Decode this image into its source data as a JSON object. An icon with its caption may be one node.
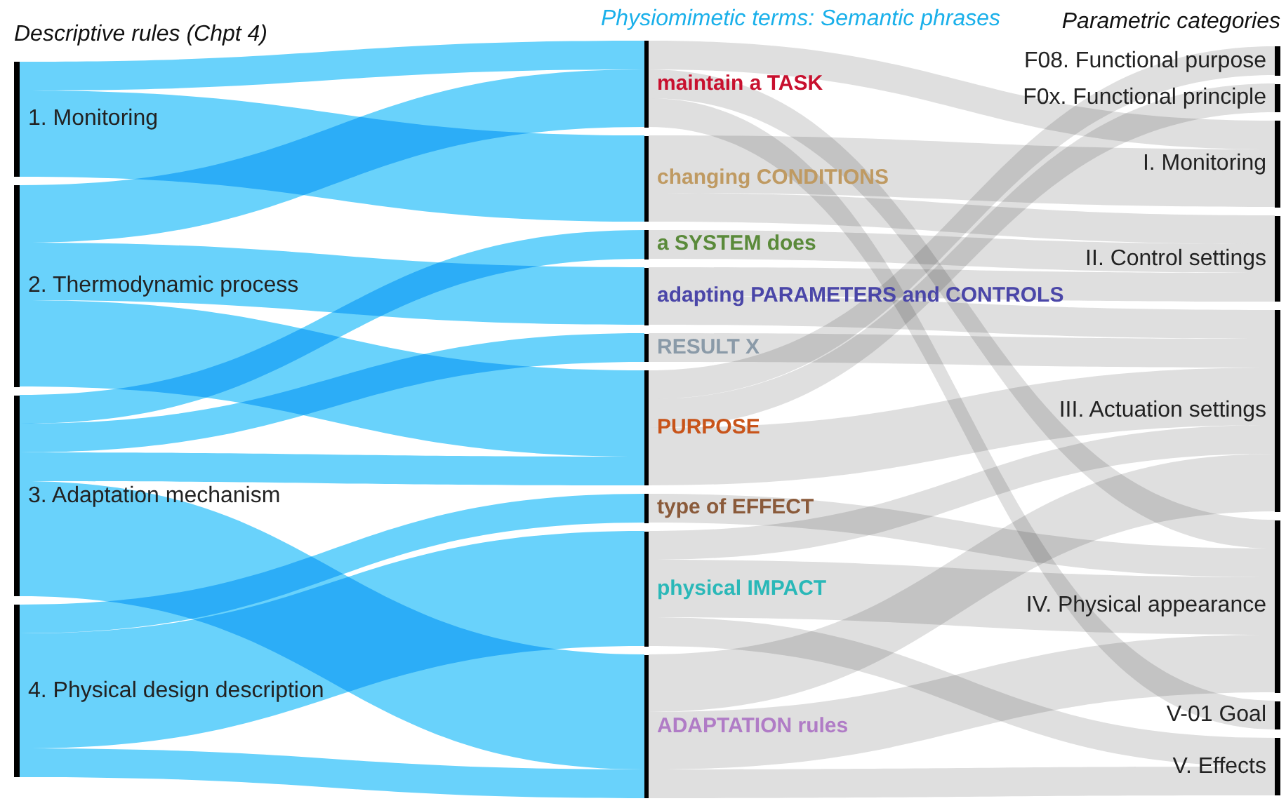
{
  "diagram": {
    "nodes": [
      {
        "text": [
          "1. Monitoring"
        ]
      },
      {
        "text": [
          "2. Thermodynamic process"
        ]
      },
      {
        "text": [
          "3. Adaptation mechanism"
        ]
      },
      {
        "text": [
          "4. Physical design description"
        ]
      },
      {
        "text": [
          "maintain a TASK"
        ]
      },
      {
        "text": [
          "changing CONDITIONS"
        ]
      },
      {
        "text": [
          "a SYSTEM does"
        ]
      },
      {
        "text": [
          "adapting PARAMETERS and CONTROLS"
        ]
      },
      {
        "text": [
          "RESULT X"
        ]
      },
      {
        "text": [
          "PURPOSE"
        ]
      },
      {
        "text": [
          "type of EFFECT"
        ]
      },
      {
        "text": [
          "physical IMPACT"
        ]
      },
      {
        "text": [
          "ADAPTATION rules"
        ]
      },
      {
        "text": [
          "F08. Functional purpose"
        ]
      },
      {
        "text": [
          "F0x. Functional principle"
        ]
      },
      {
        "text": [
          "I. Monitoring"
        ]
      },
      {
        "text": [
          "II. Control settings"
        ]
      },
      {
        "text": [
          "III. Actuation settings"
        ]
      },
      {
        "text": [
          "IV. Physical appearance"
        ]
      },
      {
        "text": [
          "V-01 Goal"
        ]
      },
      {
        "text": [
          "V. Effects"
        ]
      }
    ],
    "edges": [
      {
        "from": 0,
        "to": 4,
        "arrow": "none",
        "color": "#66d1fb"
      },
      {
        "from": 0,
        "to": 5,
        "arrow": "none",
        "color": "#66d1fb"
      },
      {
        "from": 1,
        "to": 4,
        "arrow": "none",
        "color": "#66d1fb"
      },
      {
        "from": 1,
        "to": 7,
        "arrow": "none",
        "color": "#66d1fb"
      },
      {
        "from": 1,
        "to": 9,
        "arrow": "none",
        "color": "#66d1fb"
      },
      {
        "from": 2,
        "to": 6,
        "arrow": "none",
        "color": "#66d1fb"
      },
      {
        "from": 2,
        "to": 8,
        "arrow": "none",
        "color": "#66d1fb"
      },
      {
        "from": 2,
        "to": 9,
        "arrow": "none",
        "color": "#66d1fb"
      },
      {
        "from": 2,
        "to": 12,
        "arrow": "none",
        "color": "#66d1fb"
      },
      {
        "from": 3,
        "to": 10,
        "arrow": "none",
        "color": "#66d1fb"
      },
      {
        "from": 3,
        "to": 11,
        "arrow": "none",
        "color": "#66d1fb"
      },
      {
        "from": 3,
        "to": 12,
        "arrow": "none",
        "color": "#66d1fb"
      },
      {
        "from": 4,
        "to": 15,
        "arrow": "none"
      },
      {
        "from": 4,
        "to": 18,
        "arrow": "none"
      },
      {
        "from": 4,
        "to": 19,
        "arrow": "none"
      },
      {
        "from": 5,
        "to": 15,
        "arrow": "none"
      },
      {
        "from": 5,
        "to": 16,
        "arrow": "none"
      },
      {
        "from": 6,
        "to": 16,
        "arrow": "none"
      },
      {
        "from": 7,
        "to": 16,
        "arrow": "none"
      },
      {
        "from": 7,
        "to": 17,
        "arrow": "none"
      },
      {
        "from": 8,
        "to": 17,
        "arrow": "none"
      },
      {
        "from": 9,
        "to": 13,
        "arrow": "none"
      },
      {
        "from": 9,
        "to": 14,
        "arrow": "none"
      },
      {
        "from": 9,
        "to": 17,
        "arrow": "none"
      },
      {
        "from": 10,
        "to": 18,
        "arrow": "none"
      },
      {
        "from": 11,
        "to": 17,
        "arrow": "none"
      },
      {
        "from": 11,
        "to": 18,
        "arrow": "none"
      },
      {
        "from": 11,
        "to": 20,
        "arrow": "none"
      },
      {
        "from": 12,
        "to": 17,
        "arrow": "none"
      },
      {
        "from": 12,
        "to": 18,
        "arrow": "none"
      },
      {
        "from": 12,
        "to": 20,
        "arrow": "none"
      }
    ],
    "labels": [
      "Descriptive rules (Chpt 4)",
      "Physiomimetic terms: Semantic phrases",
      "Parametric categories"
    ]
  }
}
